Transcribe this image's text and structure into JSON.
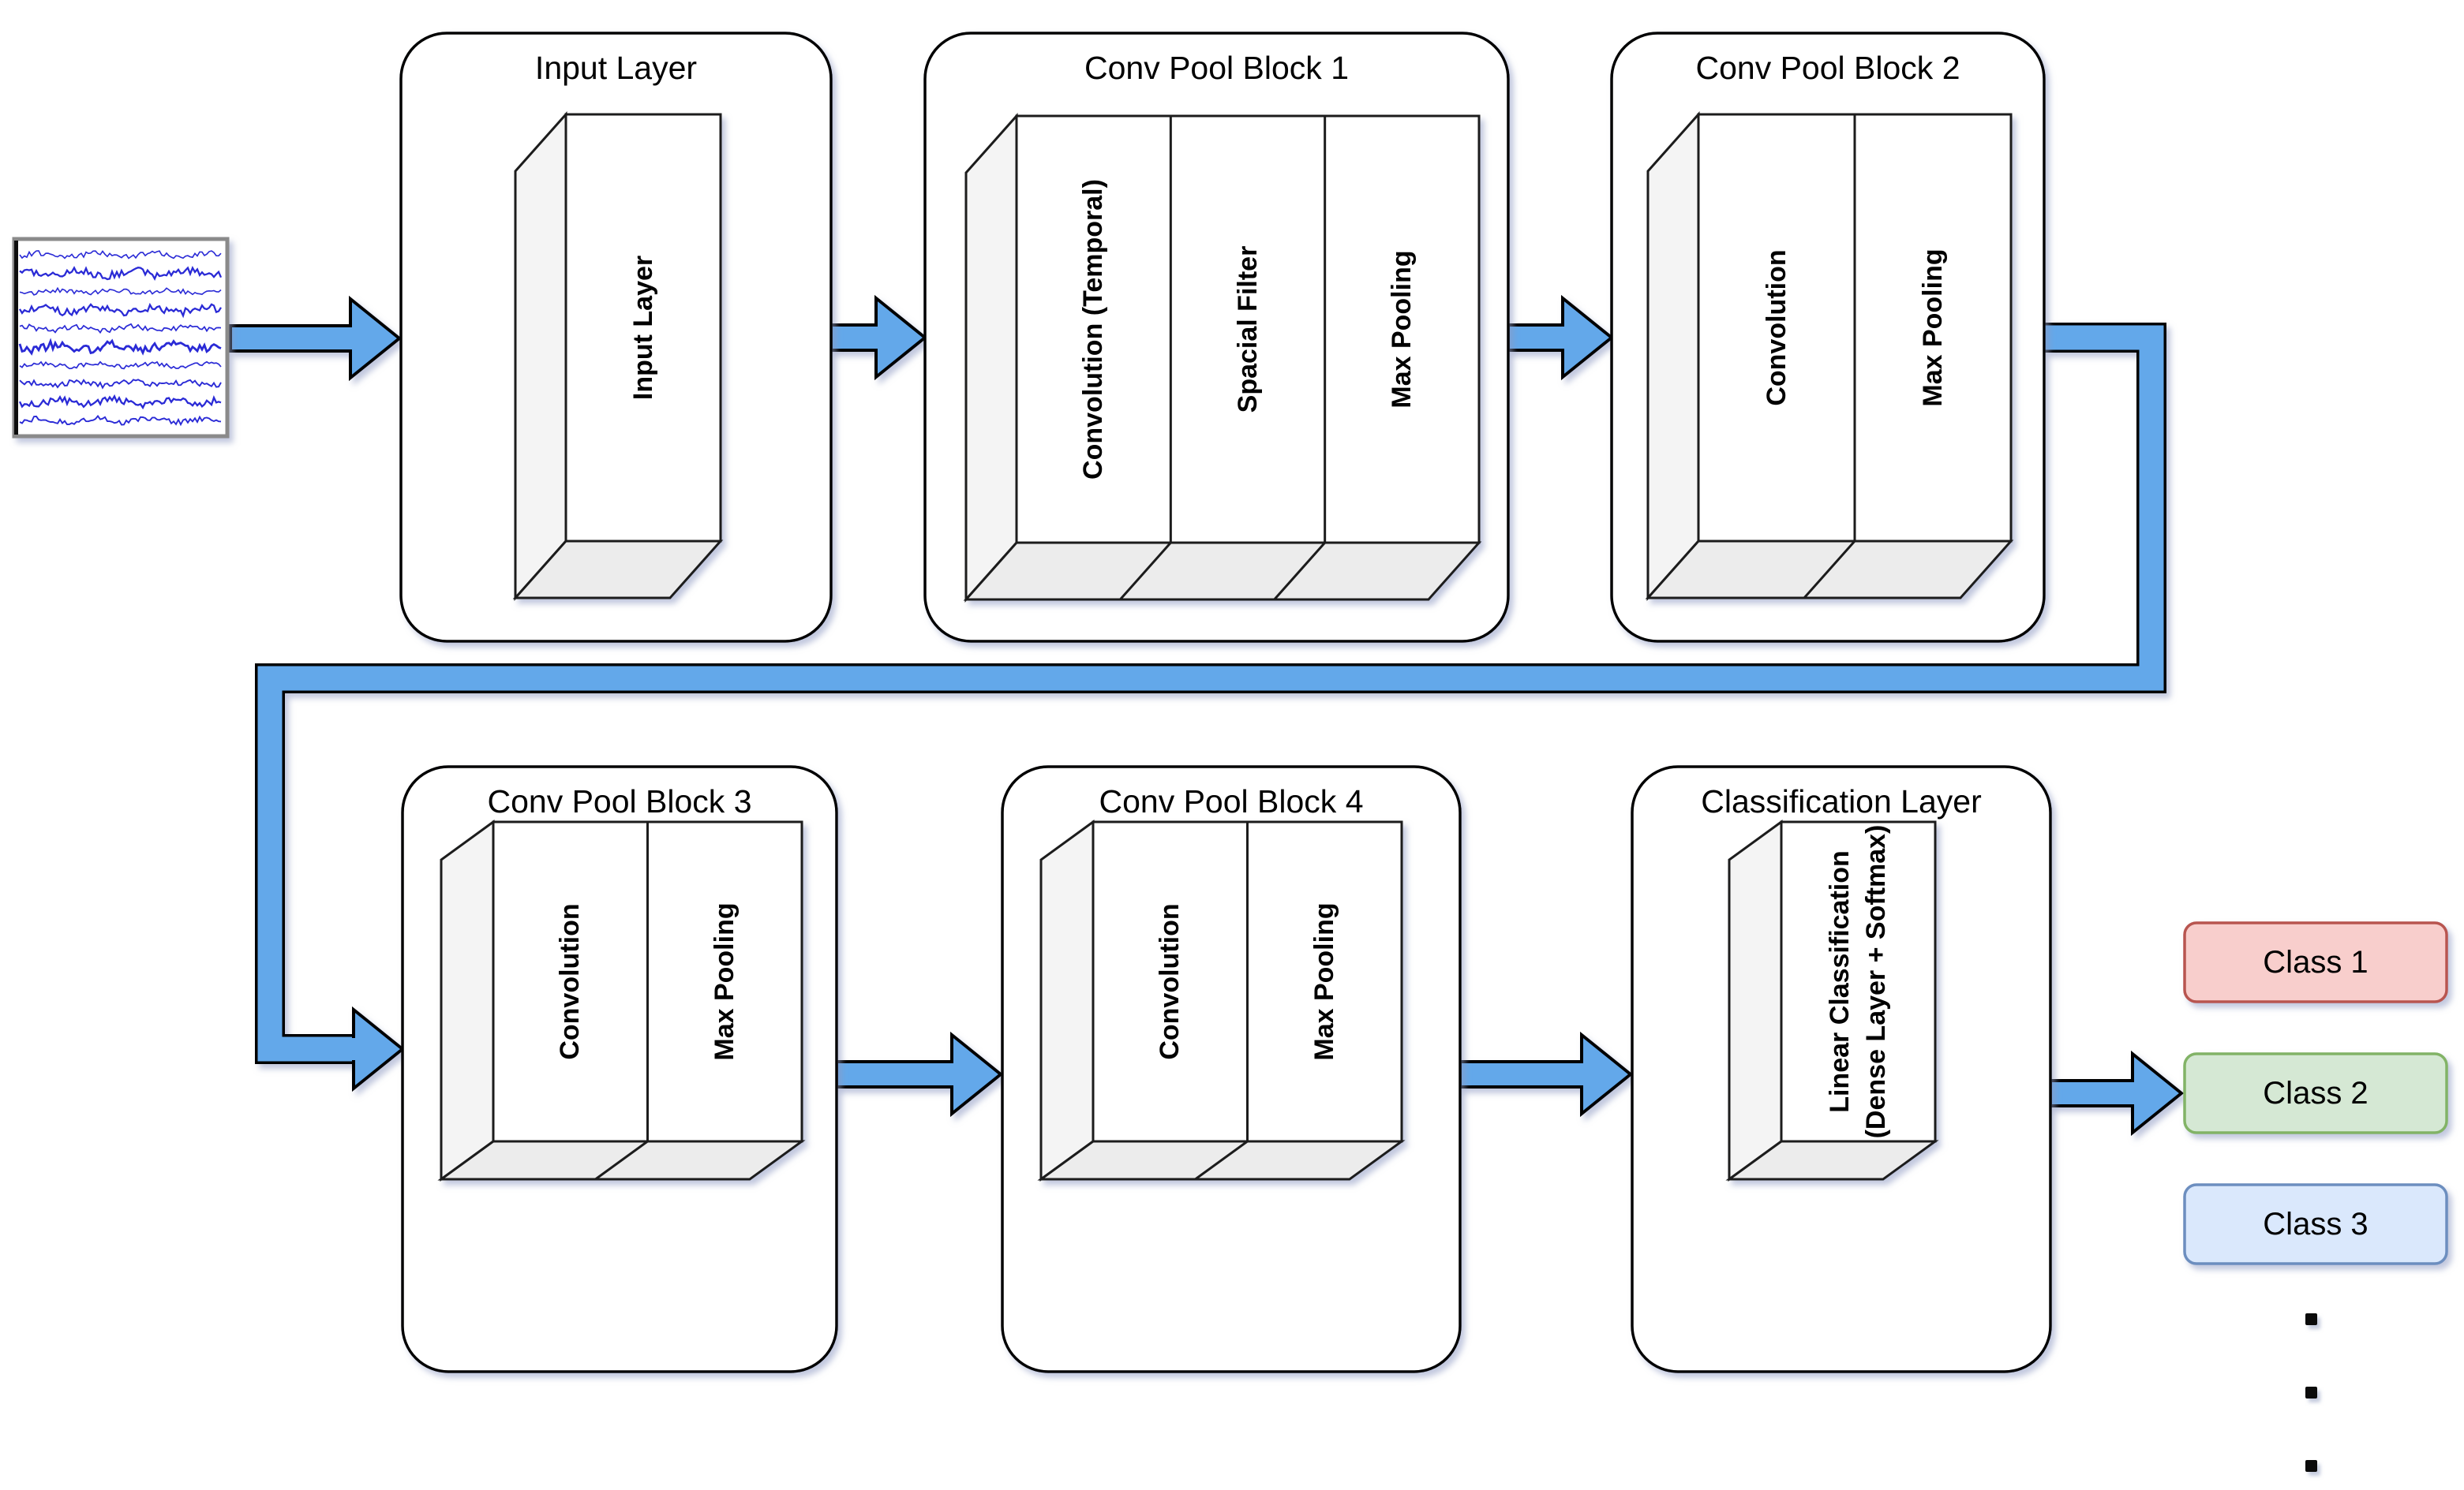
{
  "canvas": {
    "background": "#ffffff"
  },
  "eeg": {
    "description": "eeg-multichannel-signal-thumbnail",
    "trace_count": 10,
    "trace_color": "#2b2bd6",
    "border_color": "#8a8a8a",
    "left_edge_color": "#111111"
  },
  "blocks": [
    {
      "id": "input-layer",
      "title": "Input Layer",
      "sections": [
        "Input Layer"
      ]
    },
    {
      "id": "conv-pool-block-1",
      "title": "Conv Pool Block 1",
      "sections": [
        "Convolution (Temporal)",
        "Spacial Filter",
        "Max Pooling"
      ]
    },
    {
      "id": "conv-pool-block-2",
      "title": "Conv Pool Block 2",
      "sections": [
        "Convolution",
        "Max Pooling"
      ]
    },
    {
      "id": "conv-pool-block-3",
      "title": "Conv Pool Block 3",
      "sections": [
        "Convolution",
        "Max Pooling"
      ]
    },
    {
      "id": "conv-pool-block-4",
      "title": "Conv Pool Block 4",
      "sections": [
        "Convolution",
        "Max Pooling"
      ]
    },
    {
      "id": "classification-layer",
      "title": "Classification Layer",
      "sections": [
        "Linear Classification\n(Dense Layer + Softmax)"
      ]
    }
  ],
  "outputs": [
    {
      "label": "Class 1",
      "fill": "#F8CECC",
      "stroke": "#B85450"
    },
    {
      "label": "Class 2",
      "fill": "#D5E8D4",
      "stroke": "#82B366"
    },
    {
      "label": "Class 3",
      "fill": "#DAE8FC",
      "stroke": "#6C8EBF"
    }
  ],
  "ellipsis": {
    "dot_count": 3,
    "color": "#0b0b0b"
  },
  "colors": {
    "arrow_fill": "#63A8EA",
    "arrow_stroke": "#000000",
    "container_fill": "#ffffff",
    "container_stroke": "#000000",
    "cuboid_front": "#ffffff",
    "cuboid_side": "#f4f4f4",
    "cuboid_bottom": "#ececec",
    "cuboid_stroke": "#1c1c1c",
    "shadow": "#8e9ac2"
  }
}
